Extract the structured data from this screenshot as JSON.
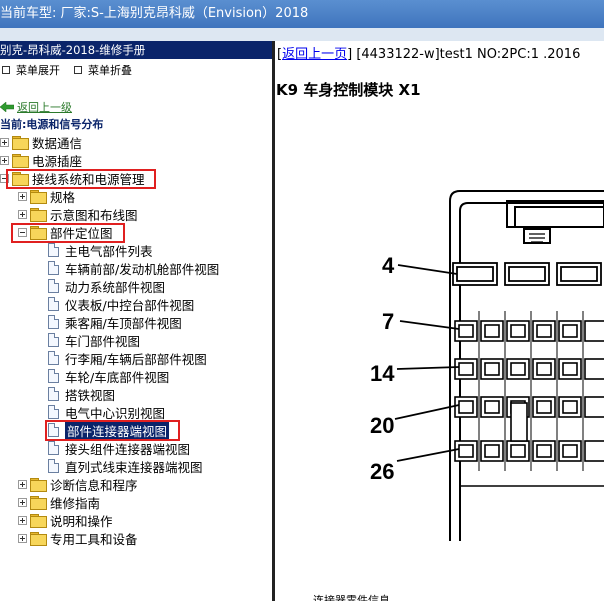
{
  "window": {
    "title": "当前车型: 厂家:S-上海别克昂科威（Envision）2018"
  },
  "left_pane": {
    "header": "别克-昂科威-2018-维修手册",
    "expand_all": "菜单展开",
    "collapse_all": "菜单折叠",
    "back_link": "返回上一级",
    "current_label": "当前:电源和信号分布",
    "tree": {
      "data_comm": "数据通信",
      "power_socket": "电源插座",
      "wiring_power": "接线系统和电源管理",
      "specs": "规格",
      "schematics": "示意图和布线图",
      "component_location": "部件定位图",
      "items": [
        "主电气部件列表",
        "车辆前部/发动机舱部件视图",
        "动力系统部件视图",
        "仪表板/中控台部件视图",
        "乘客厢/车顶部件视图",
        "车门部件视图",
        "行李厢/车辆后部部件视图",
        "车轮/车底部件视图",
        "搭铁视图",
        "电气中心识别视图",
        "部件连接器端视图",
        "接头组件连接器端视图",
        "直列式线束连接器端视图"
      ],
      "diagnostics": "诊断信息和程序",
      "repair_guide": "维修指南",
      "description_operation": "说明和操作",
      "special_tools": "专用工具和设备"
    }
  },
  "right_pane": {
    "back_link": "返回上一页",
    "doc_info": "[4433122-w]test1 NO:2PC:1 .2016",
    "title": "K9 车身控制模块 X1",
    "pin_labels": [
      "4",
      "7",
      "14",
      "20",
      "26"
    ],
    "bottom_text": "连接器零件信息"
  },
  "colors": {
    "titlebar": "#4a80c6",
    "header": "#0a246a",
    "highlight": "#e02020",
    "link": "#0000ee"
  }
}
